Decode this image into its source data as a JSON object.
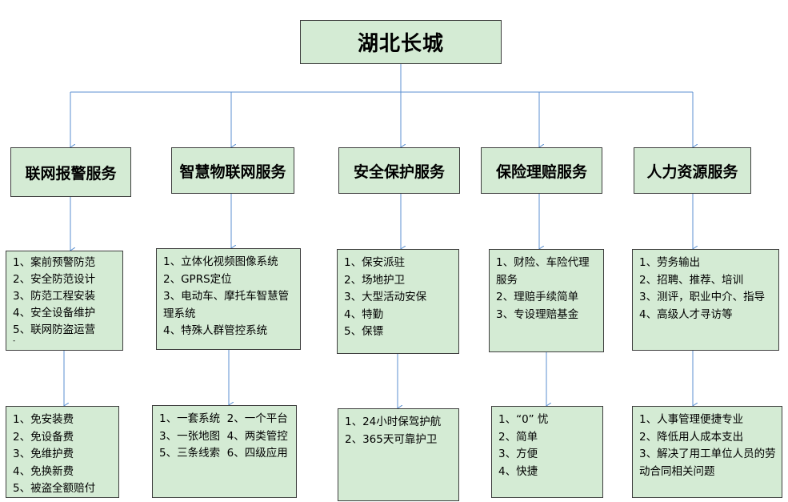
{
  "root": {
    "title": "湖北长城"
  },
  "columns": [
    {
      "service": "联网报警服务",
      "features": [
        "1、案前预警防范",
        "2、安全防范设计",
        "3、防范工程安装",
        "4、安全设备维护",
        "5、联网防盗运营",
        "-"
      ],
      "benefits": [
        "1、免安装费",
        "2、免设备费",
        "3、免维护费",
        "4、免换新费",
        "5、被盗全额赔付"
      ]
    },
    {
      "service": "智慧物联网服务",
      "features": [
        "1、立体化视频图像系统",
        "2、GPRS定位",
        "3、电动车、摩托车智慧管理系统",
        "4、特殊人群管控系统"
      ],
      "benefits": [
        "1、一套系统  2、一个平台",
        "3、一张地图  4、两类管控",
        "5、三条线索  6、四级应用"
      ]
    },
    {
      "service": "安全保护服务",
      "features": [
        "1、保安派驻",
        "2、场地护卫",
        "3、大型活动安保",
        "4、特勤",
        "5、保镖"
      ],
      "benefits": [
        "1、24小时保驾护航",
        "2、365天可靠护卫"
      ]
    },
    {
      "service": "保险理赔服务",
      "features": [
        "1、财险、车险代理服务",
        "2、理赔手续简单",
        "3、专设理赔基金"
      ],
      "benefits": [
        "1、“0” 忧",
        "2、简单",
        "3、方便",
        "4、快捷"
      ]
    },
    {
      "service": "人力资源服务",
      "features": [
        "1、劳务输出",
        "2、招聘、推荐、培训",
        "3、测评，职业中介、指导",
        "4、高级人才寻访等"
      ],
      "benefits": [
        "1、人事管理便捷专业",
        "2、降低用人成本支出",
        "3、解决了用工单位人员的劳动合同相关问题"
      ]
    }
  ],
  "colors": {
    "box_fill": "#d4ebd4",
    "box_border": "#3d3d3d",
    "connector": "#5b8fd0"
  }
}
